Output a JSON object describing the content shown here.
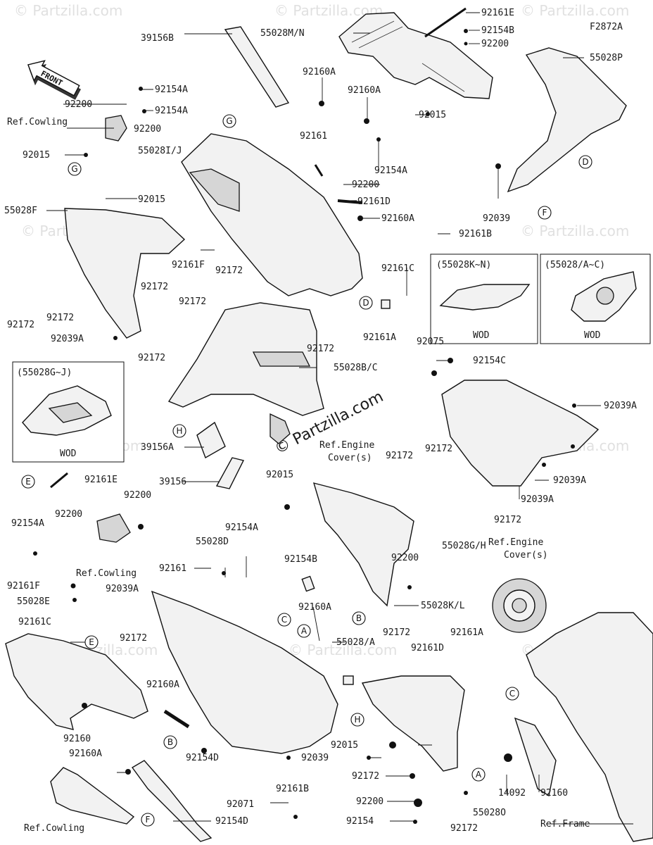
{
  "figure_code": "F2872A",
  "front_label": "FRONT",
  "watermark": "© Partzilla.com",
  "watermark_center": "© Partzilla.com",
  "labels": [
    {
      "id": "l1",
      "text": "92161E"
    },
    {
      "id": "l2",
      "text": "92154B"
    },
    {
      "id": "l3",
      "text": "92200"
    },
    {
      "id": "l4",
      "text": "55028M/N"
    },
    {
      "id": "l5",
      "text": "39156B"
    },
    {
      "id": "l6",
      "text": "55028P"
    },
    {
      "id": "l7",
      "text": "92160A"
    },
    {
      "id": "l8",
      "text": "92160A"
    },
    {
      "id": "l9",
      "text": "92154A"
    },
    {
      "id": "l10",
      "text": "92200"
    },
    {
      "id": "l11",
      "text": "92154A"
    },
    {
      "id": "l12",
      "text": "92200"
    },
    {
      "id": "l13",
      "text": "92015"
    },
    {
      "id": "l14",
      "text": "92015"
    },
    {
      "id": "l15",
      "text": "92161"
    },
    {
      "id": "l16",
      "text": "55028I/J"
    },
    {
      "id": "l17",
      "text": "92154A"
    },
    {
      "id": "l18",
      "text": "92200"
    },
    {
      "id": "l19",
      "text": "92015"
    },
    {
      "id": "l20",
      "text": "92161D"
    },
    {
      "id": "l21",
      "text": "55028F"
    },
    {
      "id": "l22",
      "text": "92160A"
    },
    {
      "id": "l23",
      "text": "92161B"
    },
    {
      "id": "l24",
      "text": "92039"
    },
    {
      "id": "l25",
      "text": "92161F"
    },
    {
      "id": "l26",
      "text": "92172"
    },
    {
      "id": "l27",
      "text": "92172"
    },
    {
      "id": "l28",
      "text": "92161C"
    },
    {
      "id": "l29",
      "text": "92172"
    },
    {
      "id": "l30",
      "text": "92172"
    },
    {
      "id": "l31",
      "text": "92172"
    },
    {
      "id": "l32",
      "text": "92039A"
    },
    {
      "id": "l33",
      "text": "92161A"
    },
    {
      "id": "l34",
      "text": "92172"
    },
    {
      "id": "l35",
      "text": "92172"
    },
    {
      "id": "l36",
      "text": "92075"
    },
    {
      "id": "l37",
      "text": "92154C"
    },
    {
      "id": "l38",
      "text": "55028B/C"
    },
    {
      "id": "l39",
      "text": "92039A"
    },
    {
      "id": "l40",
      "text": "39156A"
    },
    {
      "id": "l41",
      "text": "39156"
    },
    {
      "id": "l42",
      "text": "92172"
    },
    {
      "id": "l43",
      "text": "92172"
    },
    {
      "id": "l44",
      "text": "92039A"
    },
    {
      "id": "l45",
      "text": "92161E"
    },
    {
      "id": "l46",
      "text": "92015"
    },
    {
      "id": "l47",
      "text": "92039A"
    },
    {
      "id": "l48",
      "text": "92154A"
    },
    {
      "id": "l49",
      "text": "92200"
    },
    {
      "id": "l50",
      "text": "92200"
    },
    {
      "id": "l51",
      "text": "92154A"
    },
    {
      "id": "l52",
      "text": "55028D"
    },
    {
      "id": "l53",
      "text": "92172"
    },
    {
      "id": "l54",
      "text": "55028G/H"
    },
    {
      "id": "l55",
      "text": "92161"
    },
    {
      "id": "l56",
      "text": "92154B"
    },
    {
      "id": "l57",
      "text": "92161F"
    },
    {
      "id": "l58",
      "text": "92039A"
    },
    {
      "id": "l59",
      "text": "92200"
    },
    {
      "id": "l60",
      "text": "55028E"
    },
    {
      "id": "l61",
      "text": "55028K/L"
    },
    {
      "id": "l62",
      "text": "92161C"
    },
    {
      "id": "l63",
      "text": "92160A"
    },
    {
      "id": "l64",
      "text": "92172"
    },
    {
      "id": "l65",
      "text": "92172"
    },
    {
      "id": "l66",
      "text": "92161A"
    },
    {
      "id": "l67",
      "text": "55028/A"
    },
    {
      "id": "l68",
      "text": "92161D"
    },
    {
      "id": "l69",
      "text": "92160A"
    },
    {
      "id": "l70",
      "text": "92160"
    },
    {
      "id": "l71",
      "text": "92015"
    },
    {
      "id": "l72",
      "text": "92160A"
    },
    {
      "id": "l73",
      "text": "92154D"
    },
    {
      "id": "l74",
      "text": "92039"
    },
    {
      "id": "l75",
      "text": "92172"
    },
    {
      "id": "l76",
      "text": "92161B"
    },
    {
      "id": "l77",
      "text": "92071"
    },
    {
      "id": "l78",
      "text": "14092"
    },
    {
      "id": "l79",
      "text": "92160"
    },
    {
      "id": "l80",
      "text": "92200"
    },
    {
      "id": "l81",
      "text": "55028O"
    },
    {
      "id": "l82",
      "text": "92154D"
    },
    {
      "id": "l83",
      "text": "92154"
    },
    {
      "id": "l84",
      "text": "92172"
    }
  ],
  "refs": [
    {
      "id": "r1",
      "text": "Ref.Cowling"
    },
    {
      "id": "r2",
      "text": "Ref.Engine"
    },
    {
      "id": "r3",
      "text": "Cover(s)"
    },
    {
      "id": "r4",
      "text": "Ref.Cowling"
    },
    {
      "id": "r5",
      "text": "Ref.Engine"
    },
    {
      "id": "r6",
      "text": "Cover(s)"
    },
    {
      "id": "r7",
      "text": "Ref.Cowling"
    },
    {
      "id": "r8",
      "text": "Ref.Frame"
    }
  ],
  "callouts": [
    "A",
    "B",
    "C",
    "D",
    "E",
    "F",
    "G",
    "H"
  ],
  "insets": [
    {
      "id": "i1",
      "title": "(55028K~N)",
      "note": "WOD"
    },
    {
      "id": "i2",
      "title": "(55028/A~C)",
      "note": "WOD"
    },
    {
      "id": "i3",
      "title": "(55028G~J)",
      "note": "WOD"
    }
  ]
}
